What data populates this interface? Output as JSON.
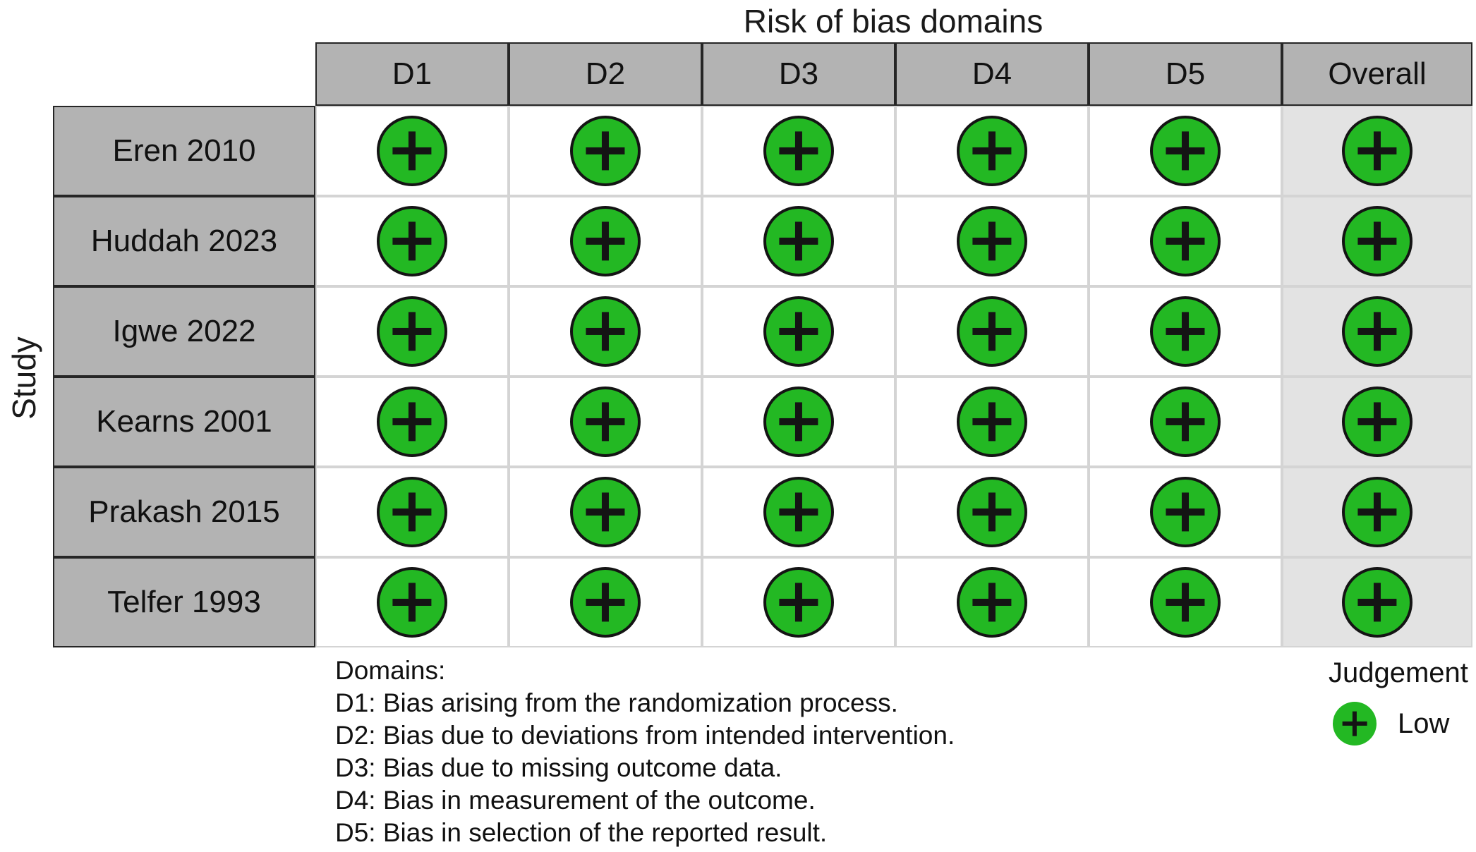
{
  "chart_data": {
    "type": "table",
    "title": "Risk of bias domains",
    "ylabel": "Study",
    "columns": [
      "D1",
      "D2",
      "D3",
      "D4",
      "D5",
      "Overall"
    ],
    "rows": [
      "Eren 2010",
      "Huddah 2023",
      "Igwe 2022",
      "Kearns 2001",
      "Prakash 2015",
      "Telfer 1993"
    ],
    "values": [
      [
        "Low",
        "Low",
        "Low",
        "Low",
        "Low",
        "Low"
      ],
      [
        "Low",
        "Low",
        "Low",
        "Low",
        "Low",
        "Low"
      ],
      [
        "Low",
        "Low",
        "Low",
        "Low",
        "Low",
        "Low"
      ],
      [
        "Low",
        "Low",
        "Low",
        "Low",
        "Low",
        "Low"
      ],
      [
        "Low",
        "Low",
        "Low",
        "Low",
        "Low",
        "Low"
      ],
      [
        "Low",
        "Low",
        "Low",
        "Low",
        "Low",
        "Low"
      ]
    ],
    "legend_position": "bottom-right",
    "grid": "on"
  },
  "footnotes": {
    "heading": "Domains:",
    "items": [
      "D1: Bias arising from the randomization process.",
      "D2: Bias due to deviations from intended intervention.",
      "D3: Bias due to missing outcome data.",
      "D4: Bias in measurement of the outcome.",
      "D5: Bias in selection of the reported result."
    ]
  },
  "legend": {
    "title": "Judgement",
    "items": [
      {
        "label": "Low",
        "symbol": "plus-circle",
        "color": "#23b823"
      }
    ]
  },
  "colors": {
    "low_risk": "#23b823",
    "icon_stroke": "#141414",
    "header_fill": "#b3b3b3",
    "header_border": "#262626",
    "body_cell_fill": "#ffffff",
    "overall_cell_fill": "#e3e3e3",
    "body_grid_line": "#d4d4d4",
    "background": "#ffffff"
  }
}
